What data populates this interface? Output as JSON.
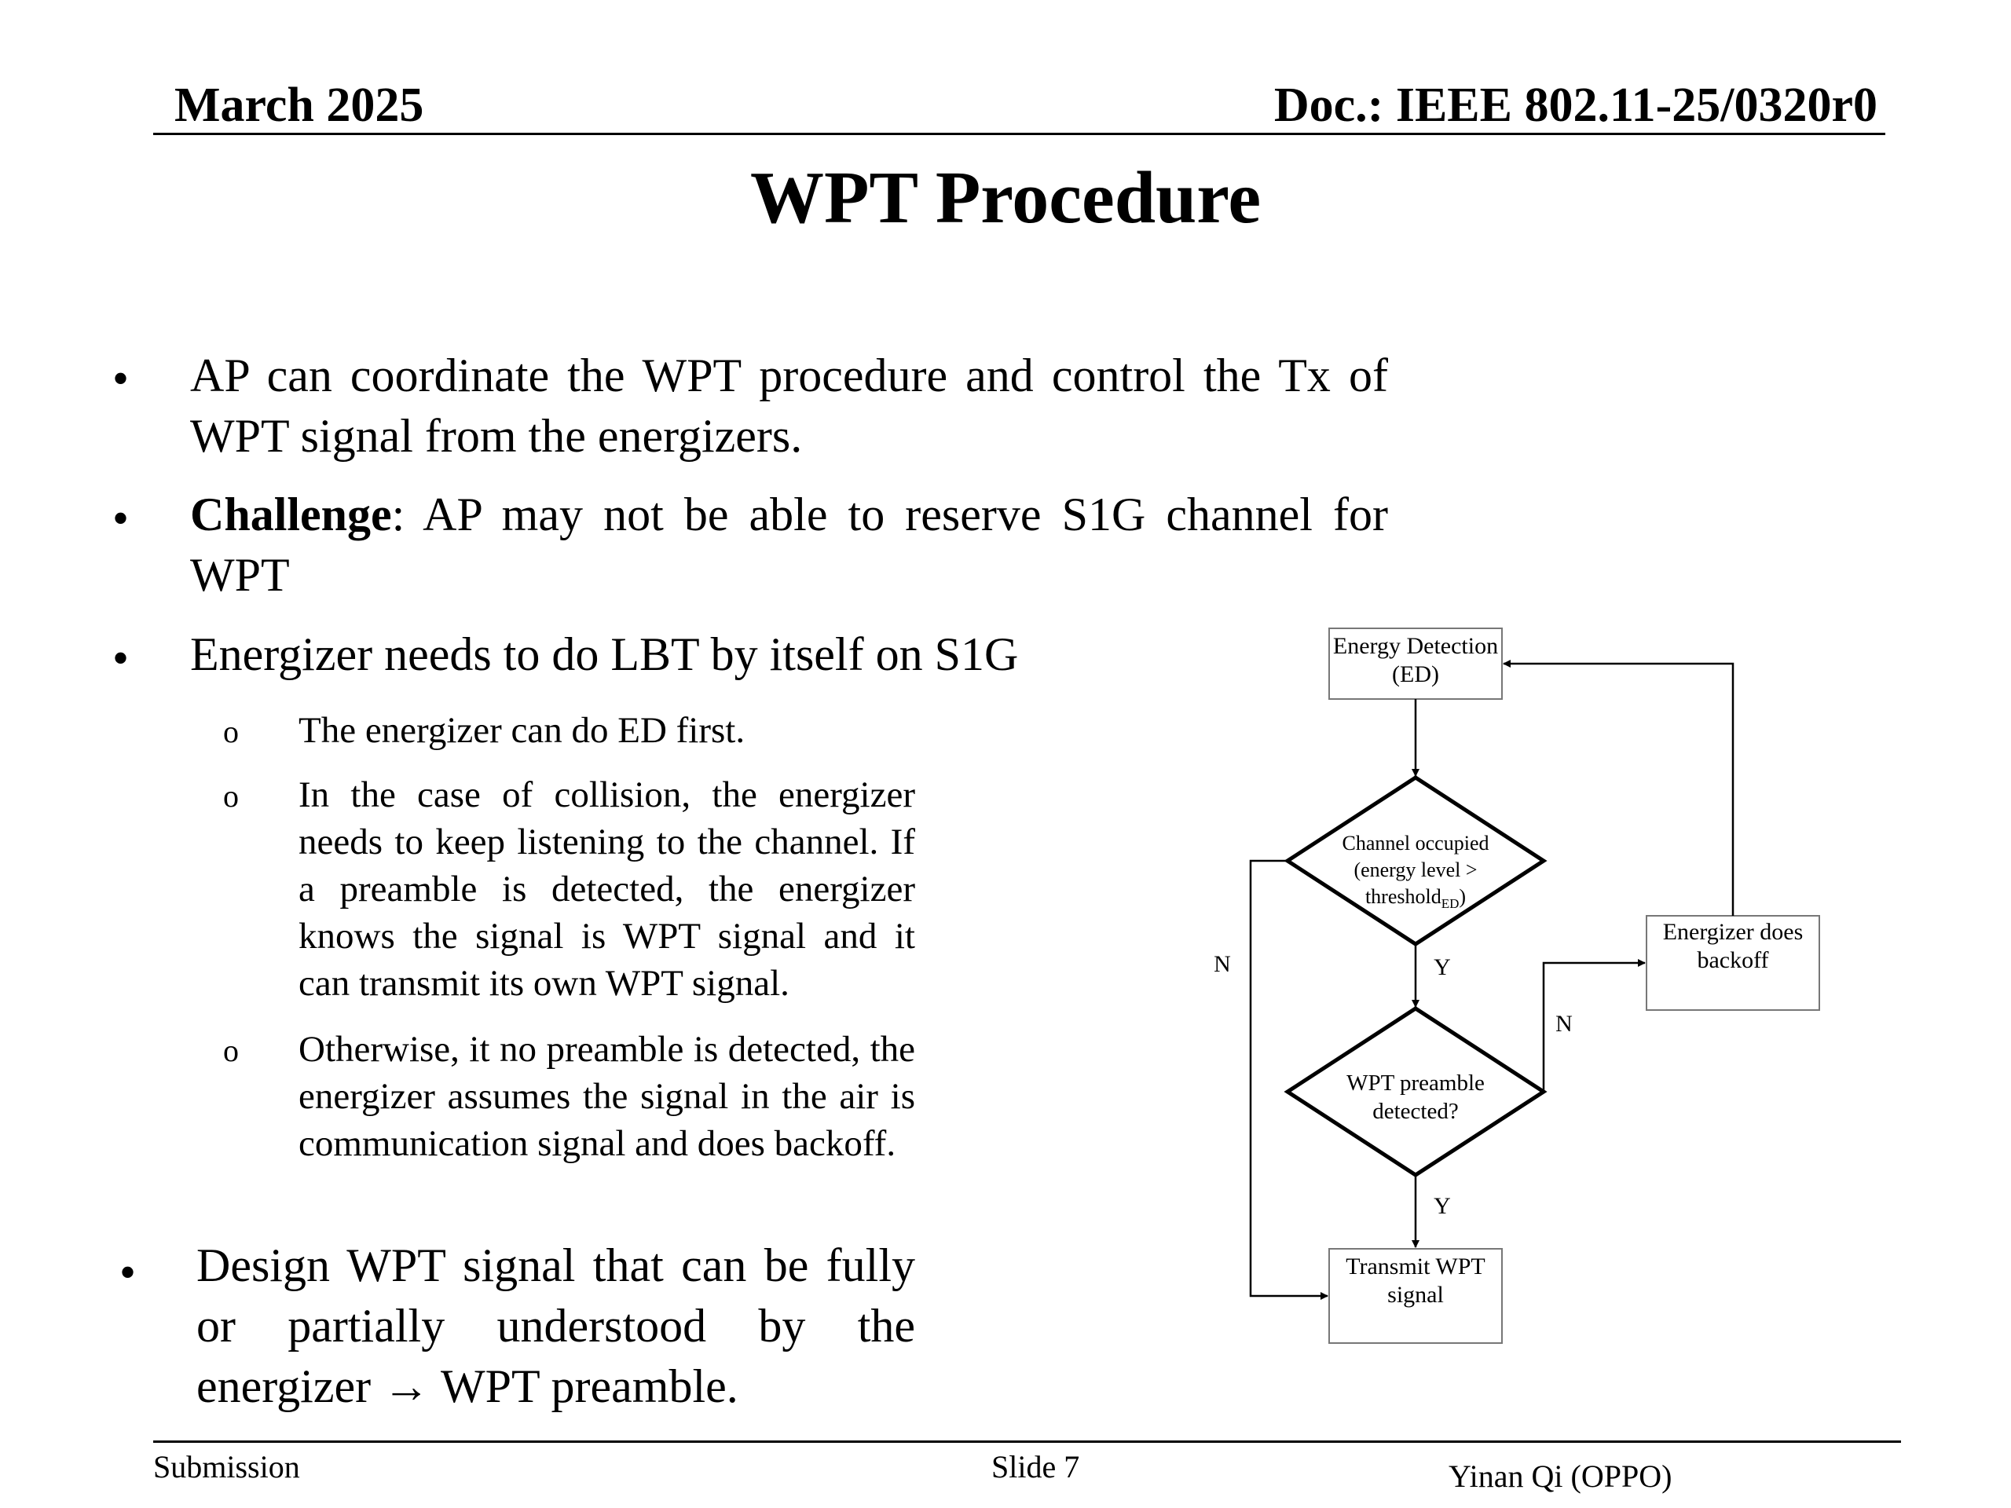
{
  "header": {
    "date": "March 2025",
    "doc": "Doc.: IEEE 802.11-25/0320r0"
  },
  "title": "WPT Procedure",
  "bullets": [
    {
      "text": "AP can coordinate the WPT procedure and control the Tx of WPT signal from the energizers."
    },
    {
      "bold": "Challenge",
      "text": ": AP may not be able to reserve S1G channel for WPT"
    },
    {
      "text": "Energizer needs to do LBT by itself on S1G"
    },
    {
      "text": "Design WPT signal that can be fully or partially understood by the energizer → WPT preamble."
    }
  ],
  "sub_bullets": [
    "The energizer can do ED first.",
    "In the case of collision, the energizer needs to keep listening to the channel. If a preamble is detected, the energizer knows the signal is WPT signal and it can transmit its own WPT signal.",
    "Otherwise, it no preamble is detected, the energizer assumes the signal in the air is communication signal and does backoff."
  ],
  "bullet_symbol": "•",
  "sub_bullet_symbol": "o",
  "flowchart": {
    "ed_box": [
      "Energy Detection",
      "(ED)"
    ],
    "channel_occupied": [
      "Channel occupied",
      "(energy level >",
      "threshold",
      "ED",
      ")"
    ],
    "wpt_preamble": [
      "WPT preamble",
      "detected?"
    ],
    "transmit": [
      "Transmit WPT",
      "signal"
    ],
    "backoff": [
      "Energizer does",
      "backoff"
    ],
    "label_y1": "Y",
    "label_y2": "Y",
    "label_n_left": "N",
    "label_n_right": "N"
  },
  "footer": {
    "left": "Submission",
    "center": "Slide 7",
    "right": "Yinan Qi (OPPO)"
  }
}
